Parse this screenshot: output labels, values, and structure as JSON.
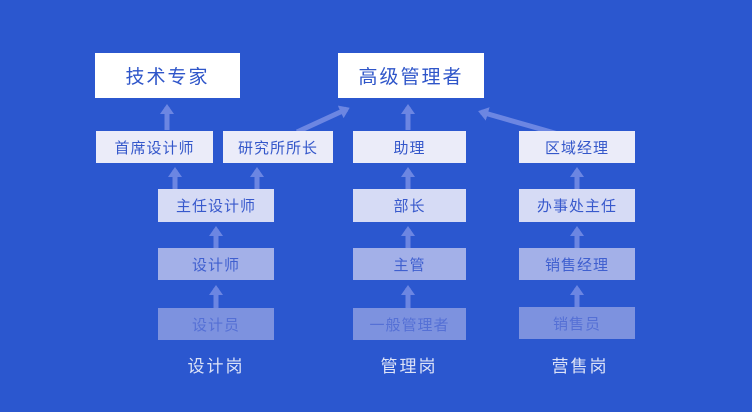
{
  "diagram": {
    "type": "org-promotion-path-chart",
    "colors": {
      "background": "#2B57CF",
      "level1_box": "#FFFFFF",
      "level2_box": "#EBECF9",
      "level3_box": "#D6DBF5",
      "level4_box": "#A3B0E8",
      "level5_box": "#7D92DF",
      "box_text": "#2E55C9",
      "arrow": "#6C86E2",
      "column_label_text": "#DDE3F7"
    },
    "nodes": {
      "tech_expert": {
        "label": "技术专家",
        "level": 1
      },
      "senior_manager": {
        "label": "高级管理者",
        "level": 1
      },
      "chief_designer": {
        "label": "首席设计师",
        "level": 2
      },
      "institute_director": {
        "label": "研究所所长",
        "level": 2
      },
      "assistant": {
        "label": "助理",
        "level": 2
      },
      "regional_manager": {
        "label": "区域经理",
        "level": 2
      },
      "director_designer": {
        "label": "主任设计师",
        "level": 3
      },
      "minister": {
        "label": "部长",
        "level": 3
      },
      "office_director": {
        "label": "办事处主任",
        "level": 3
      },
      "designer": {
        "label": "设计师",
        "level": 4
      },
      "supervisor": {
        "label": "主管",
        "level": 4
      },
      "sales_manager": {
        "label": "销售经理",
        "level": 4
      },
      "design_staff": {
        "label": "设计员",
        "level": 5
      },
      "general_manager": {
        "label": "一般管理者",
        "level": 5
      },
      "salesperson": {
        "label": "销售员",
        "level": 5
      }
    },
    "columns": {
      "design": {
        "label": "设计岗"
      },
      "management": {
        "label": "管理岗"
      },
      "sales": {
        "label": "营售岗"
      }
    },
    "edges": [
      {
        "from": "chief_designer",
        "to": "tech_expert"
      },
      {
        "from": "institute_director",
        "to": "senior_manager"
      },
      {
        "from": "assistant",
        "to": "senior_manager"
      },
      {
        "from": "regional_manager",
        "to": "senior_manager"
      },
      {
        "from": "director_designer",
        "to": "chief_designer"
      },
      {
        "from": "director_designer",
        "to": "institute_director"
      },
      {
        "from": "minister",
        "to": "assistant"
      },
      {
        "from": "office_director",
        "to": "regional_manager"
      },
      {
        "from": "designer",
        "to": "director_designer"
      },
      {
        "from": "supervisor",
        "to": "minister"
      },
      {
        "from": "sales_manager",
        "to": "office_director"
      },
      {
        "from": "design_staff",
        "to": "designer"
      },
      {
        "from": "general_manager",
        "to": "supervisor"
      },
      {
        "from": "salesperson",
        "to": "sales_manager"
      }
    ]
  }
}
